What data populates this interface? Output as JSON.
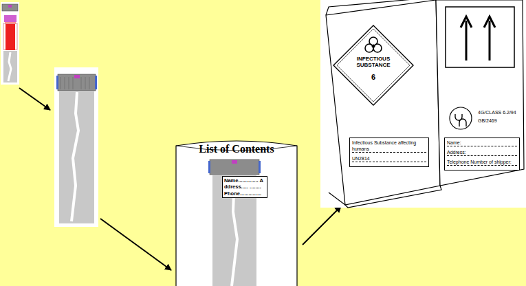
{
  "diagram": {
    "nodes": [
      {
        "text": [
          "List of Contents"
        ]
      },
      {
        "text": [
          "Name.............. Address..... ........ Phone..............."
        ],
        "in": 0
      },
      {
        "text": [
          "INFECTIOUS SUBSTANCE",
          "6"
        ]
      },
      {
        "text": [
          "Name:",
          "Address:",
          "Telephone Number of shipper:"
        ]
      },
      {
        "text": [
          "Infectious Substance affecting humans",
          "UN2814"
        ]
      }
    ],
    "labels": [
      "4G/CLASS 6.2/94",
      "GB/2469"
    ]
  }
}
